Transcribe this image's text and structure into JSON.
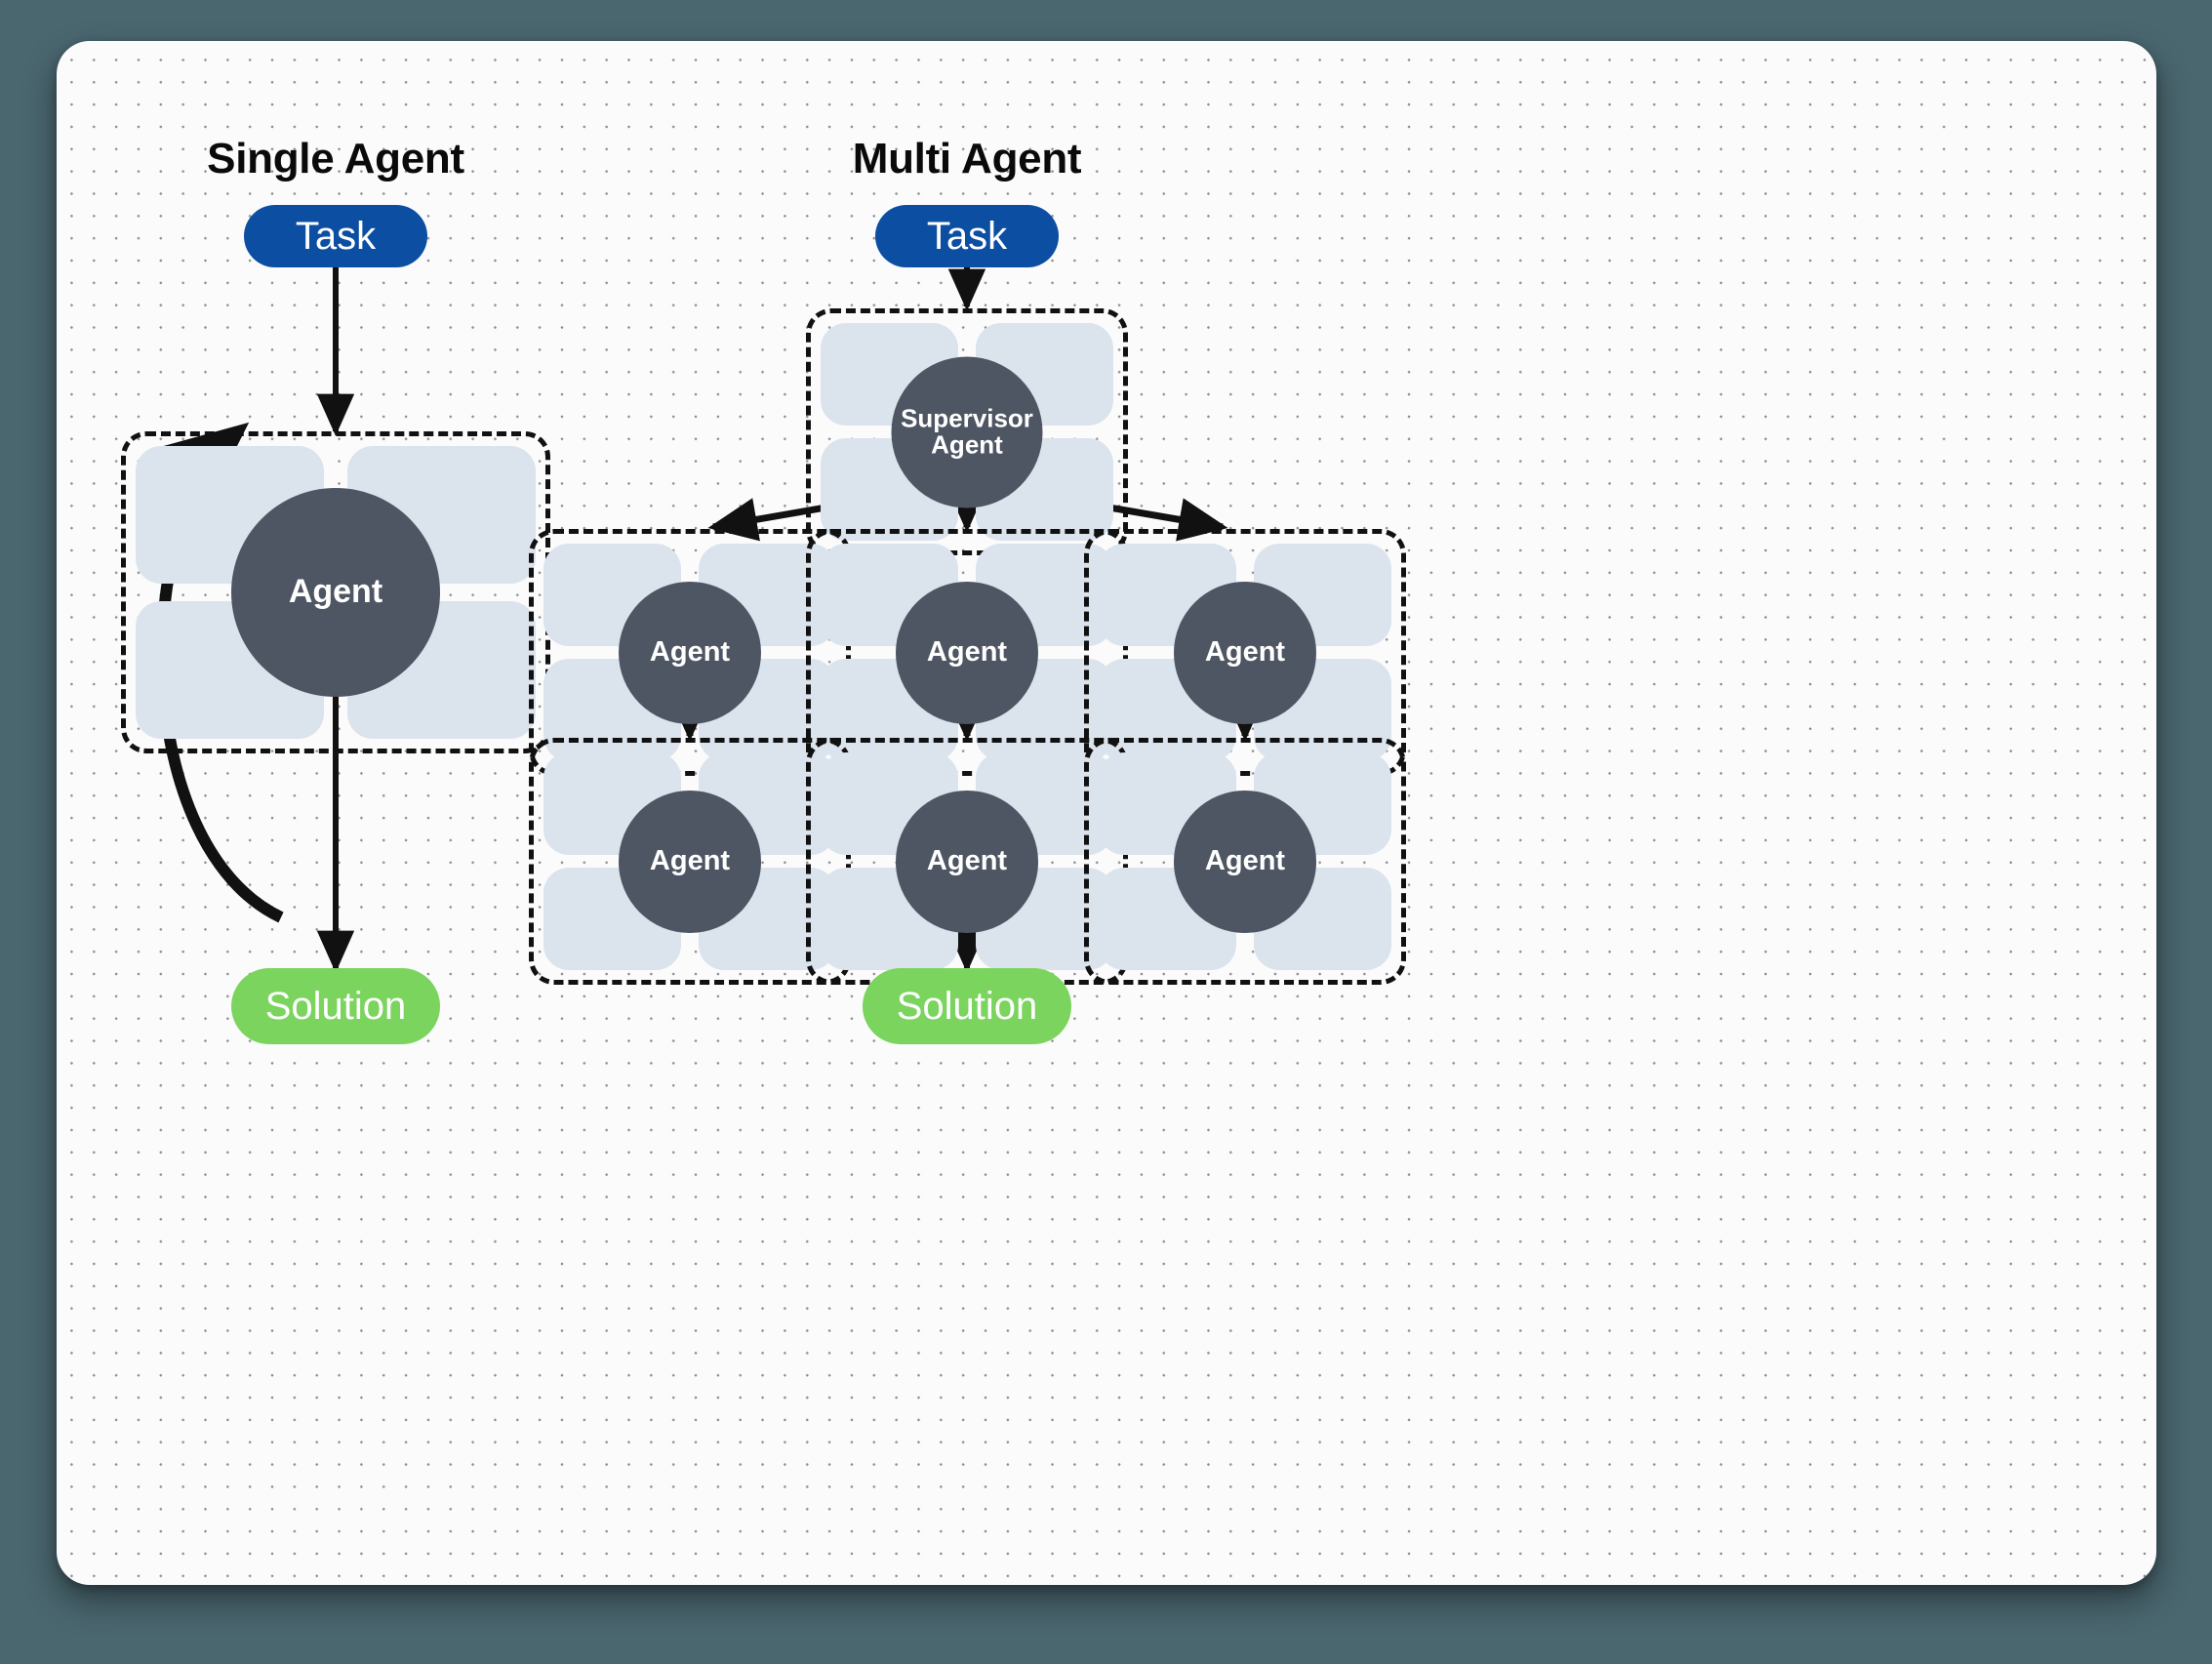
{
  "canvas": {
    "background_color": "#fbfbfc",
    "outer_background_color": "#4a666f",
    "dot_grid": true
  },
  "palette": {
    "task_blue": "#0b4ea2",
    "solution_green": "#7bd45e",
    "agent_core_gray": "#4e5563",
    "petal_blue": "#dbe3ed",
    "edge_black": "#111111"
  },
  "columns": [
    {
      "id": "single",
      "title": "Single Agent",
      "nodes": {
        "task": "Task",
        "agent": "Agent",
        "solution": "Solution"
      },
      "edges": [
        {
          "from": "task",
          "to": "agent",
          "kind": "straight-down"
        },
        {
          "from": "agent",
          "to": "agent",
          "kind": "self-loop"
        },
        {
          "from": "agent",
          "to": "solution",
          "kind": "straight-down"
        }
      ]
    },
    {
      "id": "multi",
      "title": "Multi Agent",
      "nodes": {
        "task": "Task",
        "supervisor": "Supervisor\nAgent",
        "supervisor_line1": "Supervisor",
        "supervisor_line2": "Agent",
        "agent": "Agent",
        "solution": "Solution"
      },
      "row1": [
        {
          "label": "Agent"
        },
        {
          "label": "Agent"
        },
        {
          "label": "Agent"
        }
      ],
      "row2": [
        {
          "label": "Agent"
        },
        {
          "label": "Agent"
        },
        {
          "label": "Agent"
        }
      ],
      "edges": [
        {
          "from": "task",
          "to": "supervisor",
          "kind": "straight-down"
        },
        {
          "from": "supervisor",
          "to": "row1-left",
          "kind": "diagonal"
        },
        {
          "from": "supervisor",
          "to": "row1-center",
          "kind": "straight-down"
        },
        {
          "from": "supervisor",
          "to": "row1-right",
          "kind": "diagonal"
        },
        {
          "from": "row1-left",
          "to": "row2-left",
          "kind": "straight-down"
        },
        {
          "from": "row1-left",
          "to": "row2-center",
          "kind": "diagonal"
        },
        {
          "from": "row1-center",
          "to": "row2-center",
          "kind": "straight-down"
        },
        {
          "from": "row1-right",
          "to": "row2-center",
          "kind": "diagonal"
        },
        {
          "from": "row1-right",
          "to": "row2-right",
          "kind": "straight-down"
        },
        {
          "from": "row2-center",
          "to": "solution",
          "kind": "straight-down"
        }
      ]
    }
  ]
}
